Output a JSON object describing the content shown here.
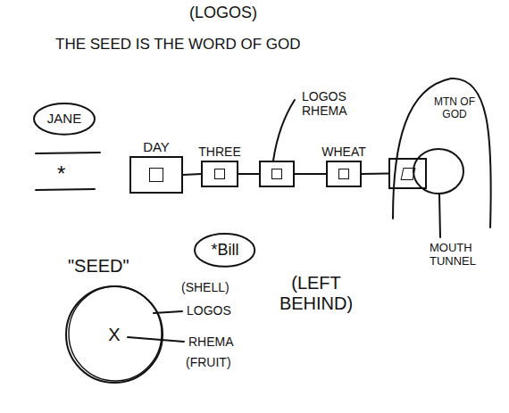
{
  "diagram": {
    "title": "THE SEED IS THE WORD OF GOD",
    "nodes": [
      {
        "text": [
          "JANE"
        ]
      },
      {
        "text": [
          "DAY"
        ]
      },
      {
        "text": [
          "THREE"
        ]
      },
      {
        "text": [
          "LOGOS RHEMA"
        ]
      },
      {
        "text": [
          "WHEAT"
        ]
      },
      {
        "text": [
          "MOUTH TUNNEL"
        ]
      },
      {
        "text": [
          "*Bill"
        ]
      },
      {
        "text": [
          "X"
        ]
      }
    ],
    "edges": [
      {
        "from": 1,
        "to": 2,
        "arrow": "none"
      },
      {
        "from": 2,
        "to": 3,
        "arrow": "none"
      },
      {
        "from": 3,
        "to": 4,
        "arrow": "none"
      },
      {
        "from": 4,
        "to": 5,
        "arrow": "none"
      }
    ],
    "labels": [
      "(LOGOS)",
      "*",
      "MTN OF GOD",
      "\"SEED\"",
      "(SHELL)",
      "LOGOS",
      "RHEMA",
      "(FRUIT)",
      "(LEFT BEHIND)"
    ]
  }
}
